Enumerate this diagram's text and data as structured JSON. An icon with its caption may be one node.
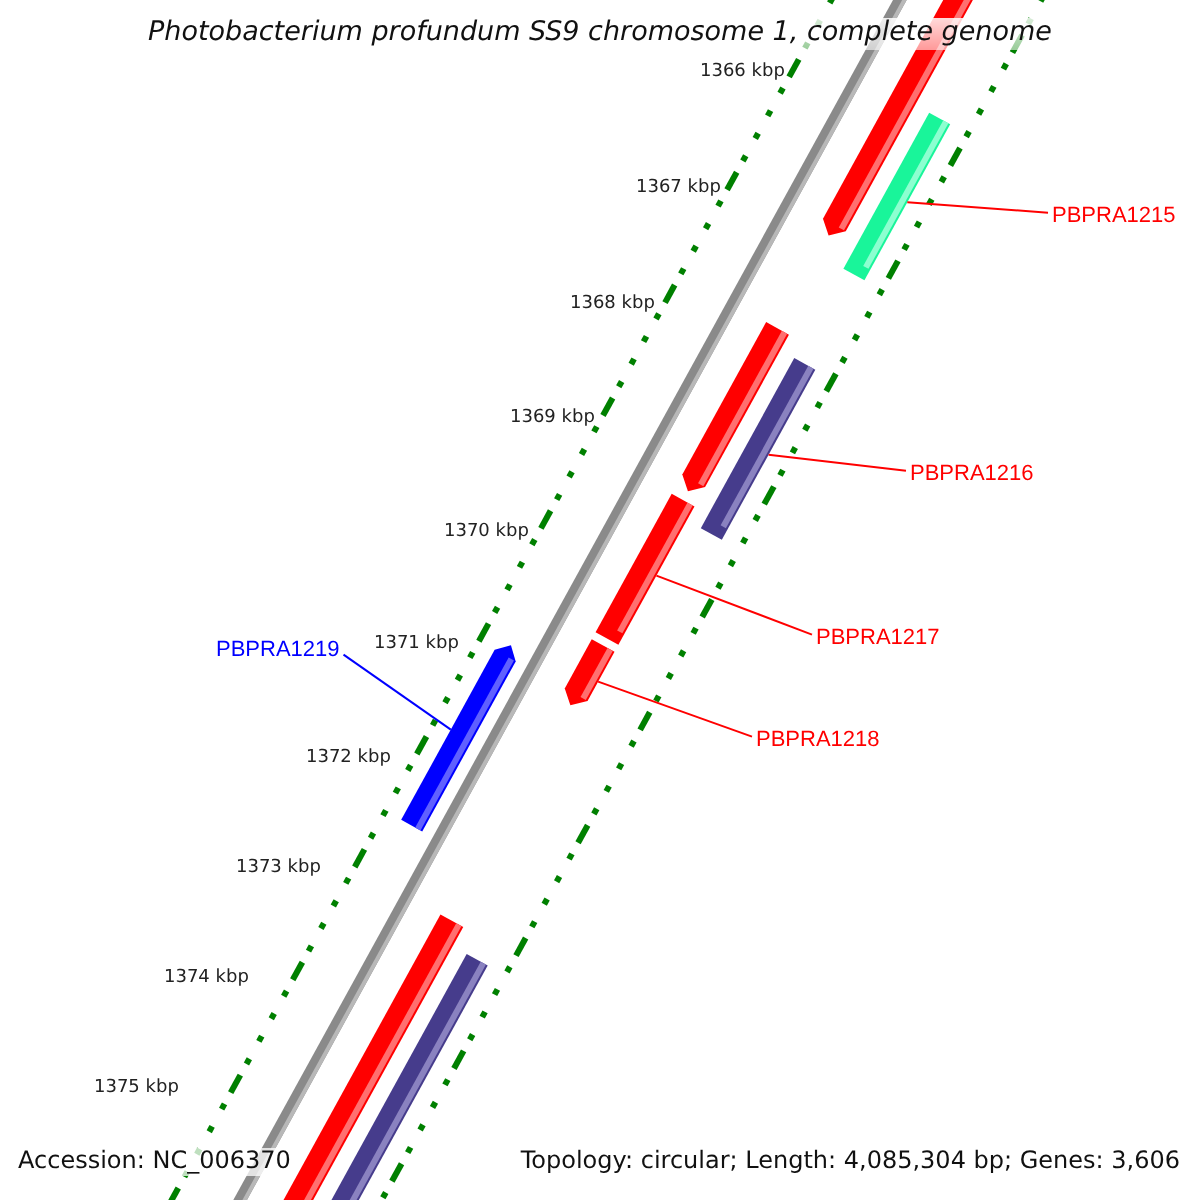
{
  "diagram": {
    "title": "Photobacterium profundum SS9 chromosome 1, complete genome",
    "nodes": [
      {
        "text": [
          "PBPRA1215"
        ]
      },
      {
        "text": [],
        "shape": "bar"
      },
      {
        "text": [
          "PBPRA1216"
        ]
      },
      {
        "text": [],
        "shape": "bar"
      },
      {
        "text": [
          "PBPRA1217"
        ]
      },
      {
        "text": [],
        "shape": "bar"
      },
      {
        "text": [
          "PBPRA1218"
        ]
      },
      {
        "text": [],
        "shape": "bar"
      },
      {
        "text": [
          "PBPRA1219"
        ]
      },
      {
        "text": [],
        "shape": "bar"
      }
    ],
    "edges": [
      {
        "from": 0,
        "to": 1,
        "arrow": "none"
      },
      {
        "from": 2,
        "to": 3,
        "arrow": "none"
      },
      {
        "from": 4,
        "to": 5,
        "arrow": "none"
      },
      {
        "from": 6,
        "to": 7,
        "arrow": "none"
      },
      {
        "from": 8,
        "to": 9,
        "arrow": "none",
        "color": "#0000ff"
      }
    ],
    "labels": [
      "1366 kbp",
      "1367 kbp",
      "1368 kbp",
      "1369 kbp",
      "1370 kbp",
      "1371 kbp",
      "1372 kbp",
      "1373 kbp",
      "1374 kbp",
      "1375 kbp",
      "Accession: NC_006370",
      "Topology: circular; Length: 4,085,304 bp; Genes: 3,606"
    ]
  }
}
